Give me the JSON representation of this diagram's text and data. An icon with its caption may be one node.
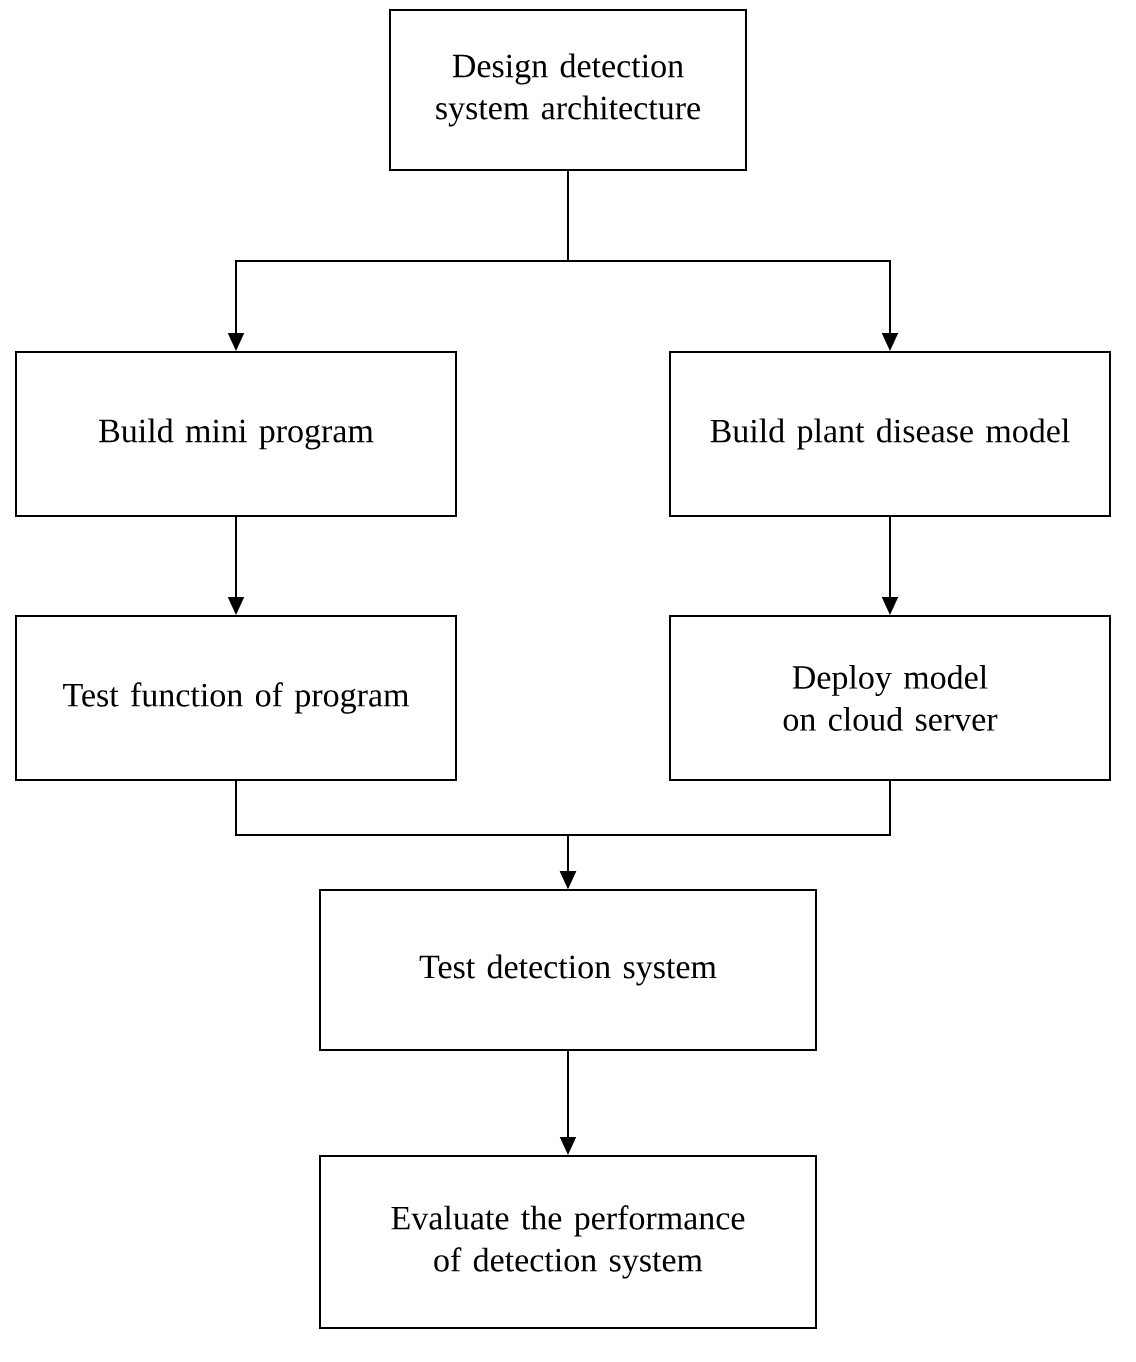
{
  "diagram": {
    "nodes": [
      {
        "text": [
          "Design detection system architecture"
        ]
      },
      {
        "text": [
          "Build mini program"
        ]
      },
      {
        "text": [
          "Build plant disease model"
        ]
      },
      {
        "text": [
          "Test function of program"
        ]
      },
      {
        "text": [
          "Deploy model on cloud server"
        ]
      },
      {
        "text": [
          "Test detection system"
        ]
      },
      {
        "text": [
          "Evaluate the performance of detection system"
        ]
      }
    ],
    "edges": [
      {
        "from": 0,
        "to": 1,
        "arrow": "to"
      },
      {
        "from": 0,
        "to": 2,
        "arrow": "to"
      },
      {
        "from": 1,
        "to": 3,
        "arrow": "to"
      },
      {
        "from": 2,
        "to": 4,
        "arrow": "to"
      },
      {
        "from": 3,
        "to": 5,
        "arrow": "to"
      },
      {
        "from": 4,
        "to": 5,
        "arrow": "to"
      },
      {
        "from": 5,
        "to": 6,
        "arrow": "to"
      }
    ]
  }
}
